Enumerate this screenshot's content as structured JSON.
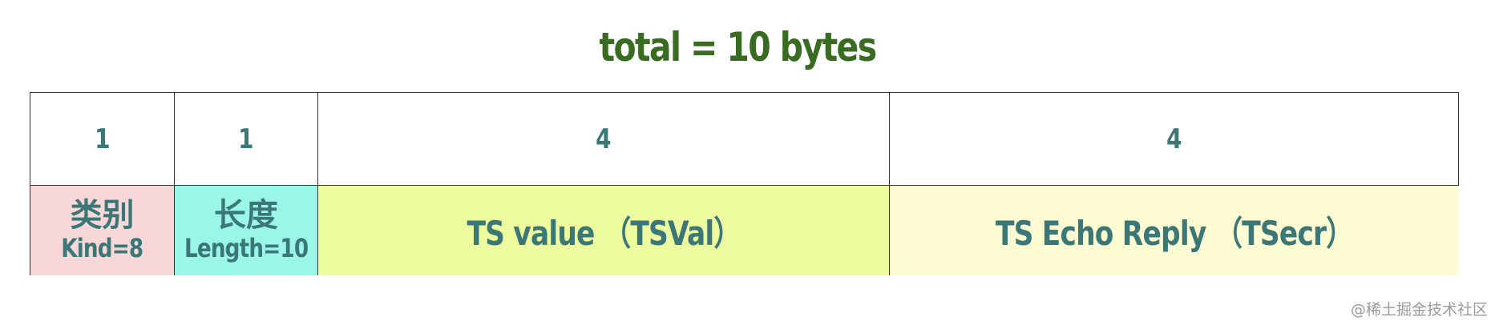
{
  "title": "total = 10 bytes",
  "sizes": [
    "1",
    "1",
    "4",
    "4"
  ],
  "fields": [
    {
      "line1": "类别",
      "line2": "Kind=8",
      "bg": "#f8d7d9"
    },
    {
      "line1": "长度",
      "line2": "Length=10",
      "bg": "#9af7e7"
    },
    {
      "label": "TS value （TSVal）",
      "bg": "#ecfc9f"
    },
    {
      "label": "TS Echo Reply （TSecr）",
      "bg": "#fdfbd2"
    }
  ],
  "colors": {
    "title": "#3a6b22",
    "text": "#3b7777",
    "border": "#333333"
  },
  "watermark": "@稀土掘金技术社区"
}
